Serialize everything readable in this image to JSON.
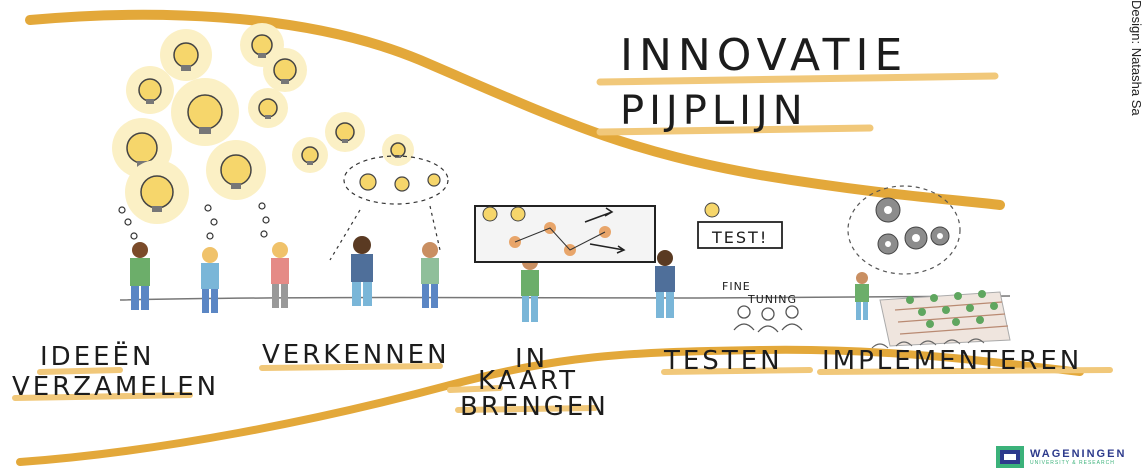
{
  "title": {
    "line1": "INNOVATIE",
    "line2": "PIJPLIJN"
  },
  "credit": "Design: Natasha Sa",
  "stages": [
    {
      "line1": "IDEEËN",
      "line2": "VERZAMELEN"
    },
    {
      "line1": "VERKENNEN"
    },
    {
      "line1": "IN",
      "line2": "KAART",
      "line3": "BRENGEN"
    },
    {
      "line1": "TESTEN"
    },
    {
      "line1": "IMPLEMENTEREN"
    }
  ],
  "board": {
    "test_sign": "TEST!"
  },
  "fine_tuning": {
    "line1": "FINE",
    "line2": "TUNING"
  },
  "logo": {
    "name": "WAGENINGEN",
    "sub": "UNIVERSITY & RESEARCH"
  },
  "colors": {
    "pipeline": "#e3a83a",
    "highlight": "#f1c87a",
    "bulb": "#f6d66b",
    "bulb_glow": "#fbf0c5",
    "ink": "#1c1c1c",
    "logo_blue": "#2d3a8c",
    "logo_green": "#3bb27a"
  }
}
